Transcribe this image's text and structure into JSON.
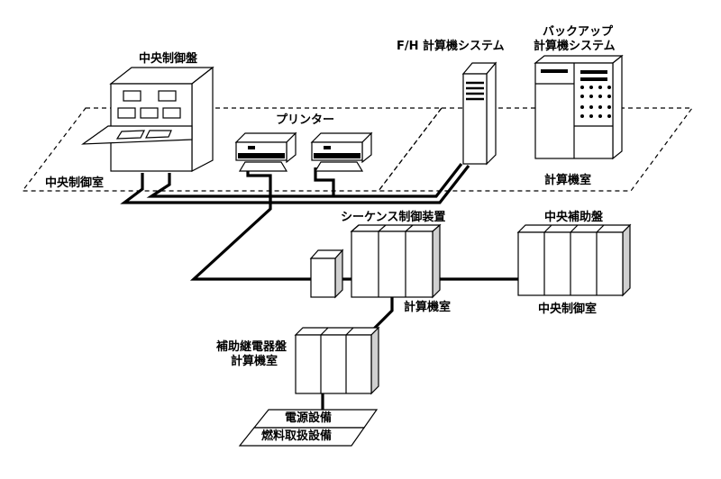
{
  "labels": {
    "central_control_panel": "中央制御盤",
    "printer": "プリンター",
    "fh_computer_system": "F/H 計算機システム",
    "backup_line1": "バックアップ",
    "backup_line2": "計算機システム",
    "central_control_room_top": "中央制御室",
    "computer_room_top": "計算機室",
    "sequence_controller": "シーケンス制御装置",
    "central_aux_panel": "中央補助盤",
    "computer_room_mid": "計算機室",
    "central_control_room_mid": "中央制御室",
    "aux_relay_line1": "補助継電器盤",
    "aux_relay_line2": "計算機室",
    "power_equipment": "電源設備",
    "fuel_handling": "燃料取扱設備"
  }
}
